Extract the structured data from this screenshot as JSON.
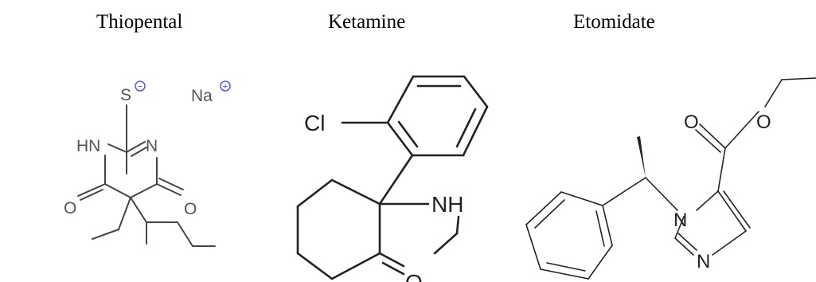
{
  "labels": [
    "Thiopental",
    "Ketamine",
    "Etomidate"
  ],
  "thiopental": {
    "atoms": {
      "S": "S",
      "Na": "Na",
      "HN": "HN",
      "N": "N",
      "O_left": "O",
      "O_right": "O"
    },
    "charges": {
      "S": "−",
      "Na": "+"
    }
  },
  "ketamine": {
    "atoms": {
      "Cl": "Cl",
      "NH": "NH",
      "O": "O"
    }
  },
  "etomidate": {
    "atoms": {
      "O_carbonyl": "O",
      "O_ester": "O",
      "N1": "N",
      "N3": "N"
    }
  },
  "colors": {
    "bond": "#444444",
    "atom_text": "#555555",
    "ketamine_bond": "#222222",
    "charge_ring": "#3b3bff"
  }
}
